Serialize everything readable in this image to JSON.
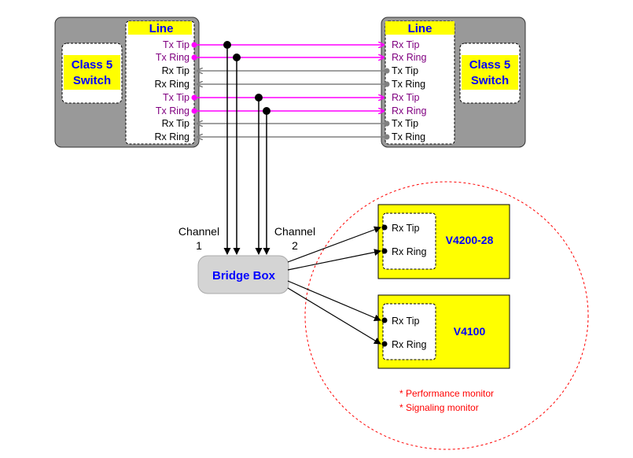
{
  "colors": {
    "tx_wire": "#ff00ff",
    "rx_wire": "#808080",
    "tx_label": "#800080",
    "highlight": "#ffff00",
    "panel_gray": "#999999",
    "bridge_fill": "#d4d4d4",
    "brand_blue": "#0000ff",
    "annotation_red": "#ff0000"
  },
  "left_panel": {
    "switch_label": [
      "Class 5",
      "Switch"
    ],
    "line_title": "Line",
    "ports": [
      "Tx Tip",
      "Tx Ring",
      "Rx Tip",
      "Rx Ring",
      "Tx Tip",
      "Tx Ring",
      "Rx Tip",
      "Rx Ring"
    ]
  },
  "right_panel": {
    "switch_label": [
      "Class 5",
      "Switch"
    ],
    "line_title": "Line",
    "ports": [
      "Rx Tip",
      "Rx Ring",
      "Tx Tip",
      "Tx Ring",
      "Rx Tip",
      "Rx Ring",
      "Tx Tip",
      "Tx Ring"
    ]
  },
  "bridge_box": {
    "label": "Bridge Box",
    "channel_1": [
      "Channel",
      "1"
    ],
    "channel_2": [
      "Channel",
      "2"
    ]
  },
  "devices": [
    {
      "name": "V4200-28",
      "ports": [
        "Rx Tip",
        "Rx Ring"
      ]
    },
    {
      "name": "V4100",
      "ports": [
        "Rx Tip",
        "Rx Ring"
      ]
    }
  ],
  "monitor_notes": [
    "* Performance monitor",
    "* Signaling monitor"
  ]
}
